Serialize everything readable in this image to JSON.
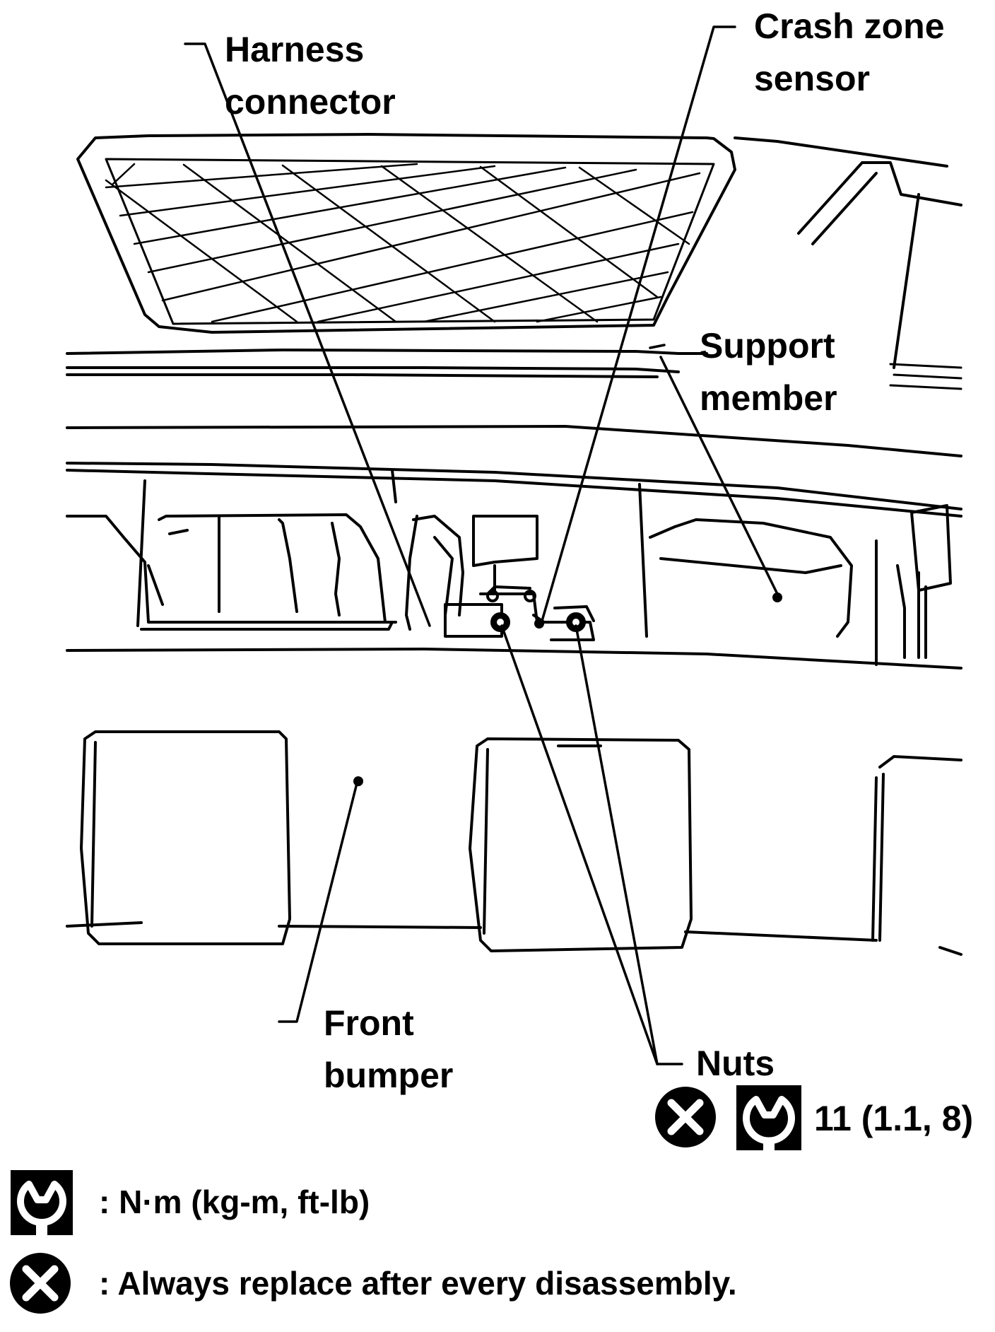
{
  "labels": {
    "harness_connector": [
      "Harness",
      "connector"
    ],
    "crash_zone_sensor": [
      "Crash zone",
      "sensor"
    ],
    "support_member": [
      "Support",
      "member"
    ],
    "front_bumper": [
      "Front",
      "bumper"
    ],
    "nuts": "Nuts",
    "torque_value": "11 (1.1, 8)"
  },
  "legend": {
    "torque_unit": ": N·m (kg-m, ft-lb)",
    "replace_note": ": Always replace after every disassembly."
  },
  "icons": {
    "torque": "wrench-torque-icon",
    "replace": "replace-x-icon"
  },
  "colors": {
    "ink": "#000000",
    "paper": "#ffffff"
  }
}
